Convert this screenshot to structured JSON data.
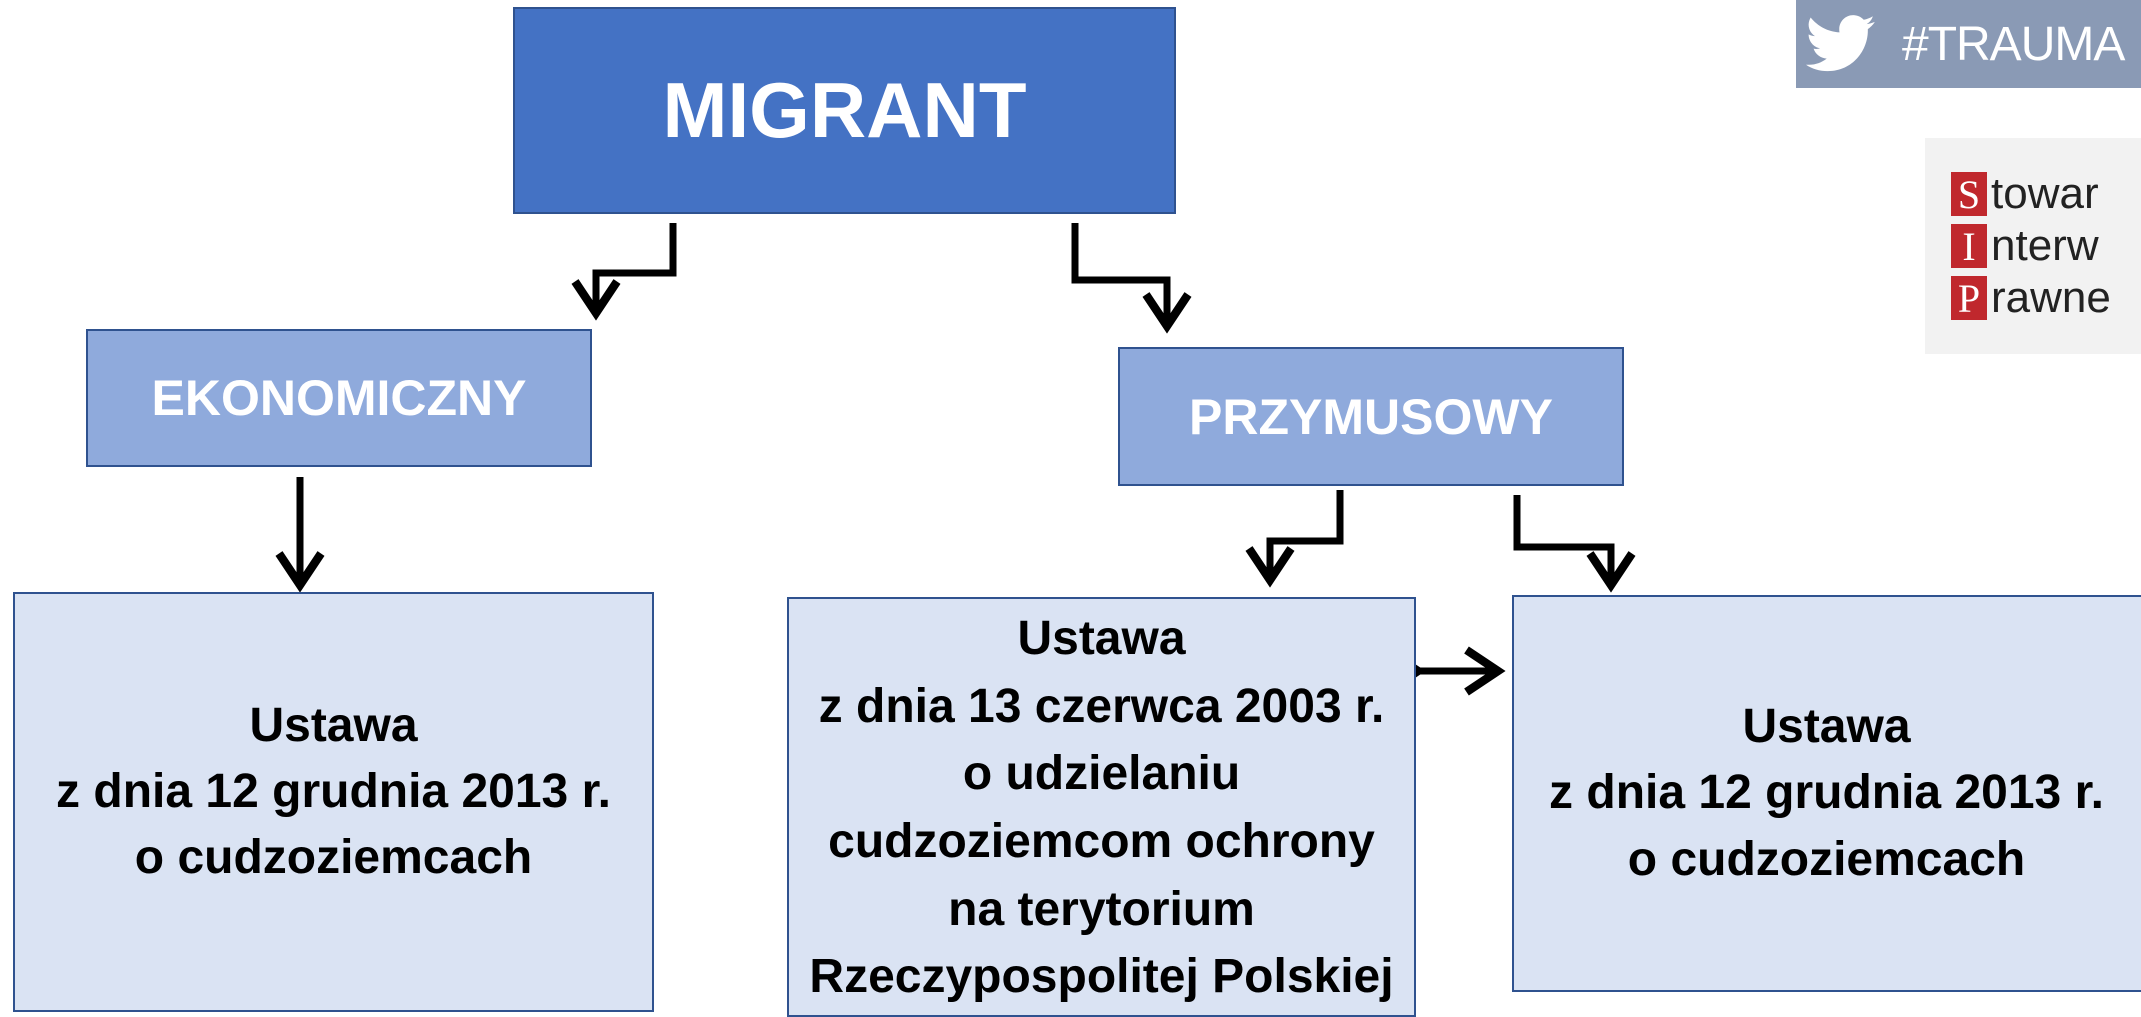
{
  "diagram": {
    "root": {
      "label": "MIGRANT"
    },
    "branches": [
      {
        "label": "EKONOMICZNY"
      },
      {
        "label": "PRZYMUSOWY"
      }
    ],
    "leaves": [
      {
        "lines": [
          "Ustawa",
          "z dnia 12 grudnia 2013 r.",
          "o cudzoziemcach"
        ]
      },
      {
        "lines": [
          "Ustawa",
          "z dnia 13 czerwca 2003 r.",
          "o udzielaniu",
          "cudzoziemcom ochrony",
          "na terytorium",
          "Rzeczypospolitej Polskiej"
        ]
      },
      {
        "lines": [
          "Ustawa",
          "z dnia 12 grudnia 2013 r.",
          "o cudzoziemcach"
        ]
      }
    ]
  },
  "header": {
    "icon": "twitter-bird-icon",
    "hashtag": "#TRAUMA"
  },
  "logo": {
    "rows": [
      {
        "letter": "S",
        "word": "towar"
      },
      {
        "letter": "I",
        "word": "nterw"
      },
      {
        "letter": "P",
        "word": "rawne"
      }
    ],
    "accent_color": "#c0282d"
  },
  "colors": {
    "root_fill": "#4472c4",
    "branch_fill": "#8faadc",
    "leaf_fill": "#dae3f3",
    "border": "#2f528f"
  }
}
